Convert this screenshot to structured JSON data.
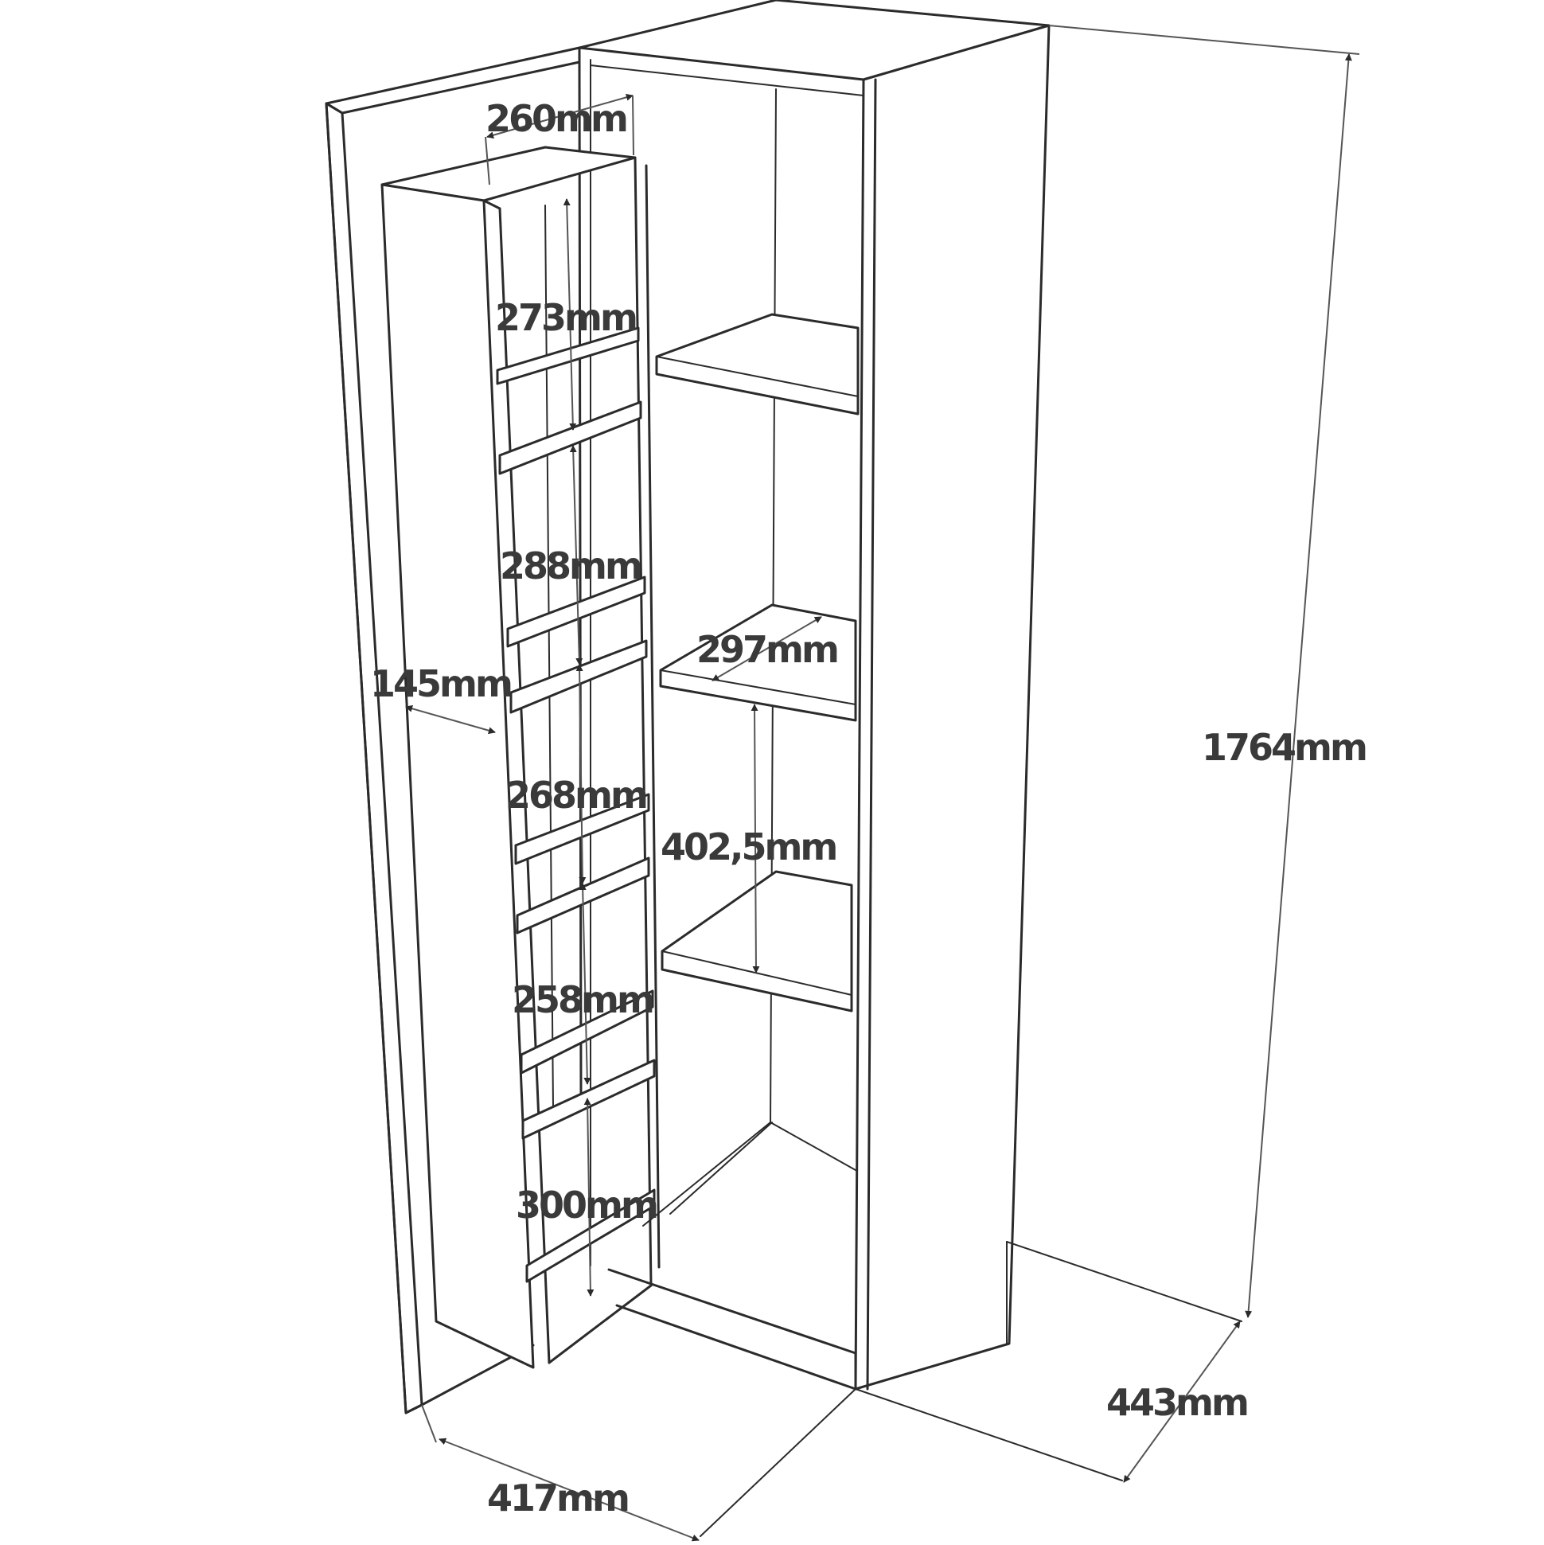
{
  "dimensions": {
    "pullout_depth": "260mm",
    "shelf_gap_1": "273mm",
    "shelf_gap_2": "288mm",
    "pullout_width": "145mm",
    "shelf_gap_3": "268mm",
    "shelf_gap_4": "258mm",
    "shelf_gap_5": "300mm",
    "shelf_depth": "297mm",
    "compartment_height": "402,5mm",
    "total_height": "1764mm",
    "total_depth": "443mm",
    "total_width": "417mm"
  },
  "colors": {
    "line": "#2b2b2b",
    "text": "#3a3a3a",
    "background": "#ffffff"
  }
}
